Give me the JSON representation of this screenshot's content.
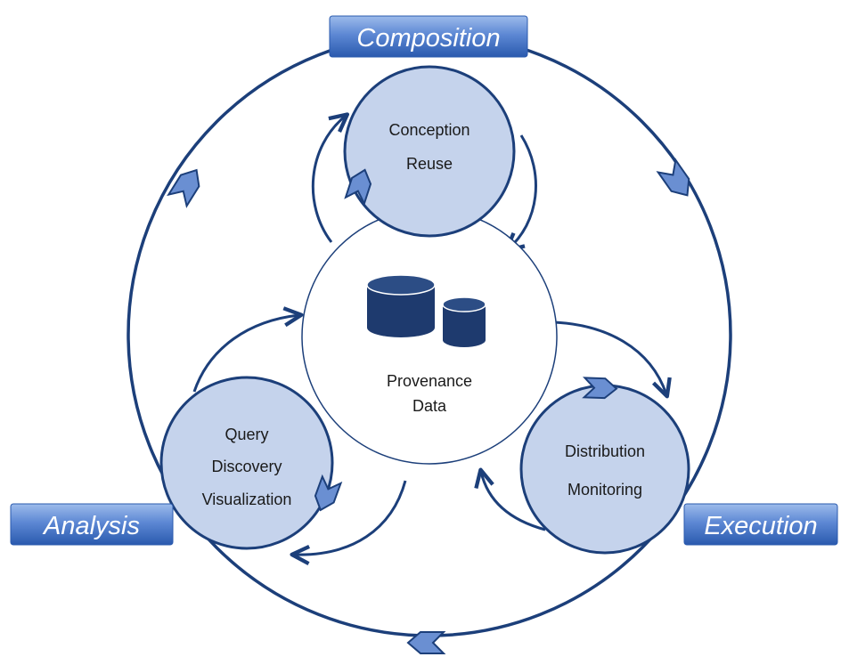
{
  "phases": {
    "composition": "Composition",
    "execution": "Execution",
    "analysis": "Analysis"
  },
  "center": {
    "line1": "Provenance",
    "line2": "Data"
  },
  "composition_node": {
    "line1": "Conception",
    "line2": "Reuse"
  },
  "execution_node": {
    "line1": "Distribution",
    "line2": "Monitoring"
  },
  "analysis_node": {
    "line1": "Query",
    "line2": "Discovery",
    "line3": "Visualization"
  },
  "colors": {
    "stroke": "#1c3f7a",
    "node_fill": "#c5d3ec",
    "chevron_fill": "#6a8fd2",
    "banner_top": "#8fb0e6",
    "banner_bottom": "#2f62b8",
    "database": "#1e3a6e"
  }
}
